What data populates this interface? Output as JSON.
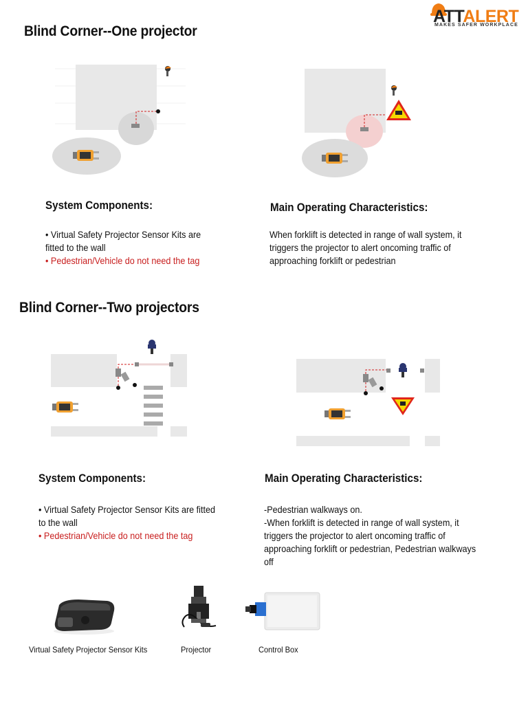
{
  "brand": {
    "name_part1": "ATT",
    "name_part2": "ALERT",
    "tagline": "MAKES SAFER WORKPLACE",
    "colors": {
      "orange": "#f07d14",
      "dark": "#222222"
    }
  },
  "section1": {
    "title": "Blind Corner--One projector",
    "components_title": "System Components:",
    "components_line1": "• Virtual Safety Projector Sensor Kits are fitted to the wall",
    "components_line2": "• Pedestrian/Vehicle do not need the tag",
    "characteristics_title": "Main Operating Characteristics:",
    "characteristics_text": "When forklift is detected in range of wall system, it triggers the projector to alert oncoming traffic of approaching forklift or pedestrian"
  },
  "section2": {
    "title": "Blind Corner--Two projectors",
    "components_title": "System Components:",
    "components_line1": "• Virtual Safety Projector Sensor Kits are fitted to the wall",
    "components_line2": "• Pedestrian/Vehicle do not need the tag",
    "characteristics_title": "Main Operating Characteristics:",
    "characteristics_lines": [
      "-Pedestrian walkways on.",
      "-When forklift is detected in range of wall system, it triggers the projector to alert oncoming traffic of approaching forklift or pedestrian, Pedestrian walkways off"
    ]
  },
  "products": [
    {
      "label": "Virtual Safety Projector Sensor Kits",
      "icon": "sensor-kit-icon"
    },
    {
      "label": "Projector",
      "icon": "projector-icon"
    },
    {
      "label": "Control Box",
      "icon": "control-box-icon"
    }
  ],
  "colors": {
    "wall": "#e8e8e8",
    "zone": "#dcdcdc",
    "alert_zone": "#f6d0d0",
    "dashed_line": "#d01e1e",
    "warning_yellow": "#f5d800",
    "warning_red": "#e0251b"
  }
}
